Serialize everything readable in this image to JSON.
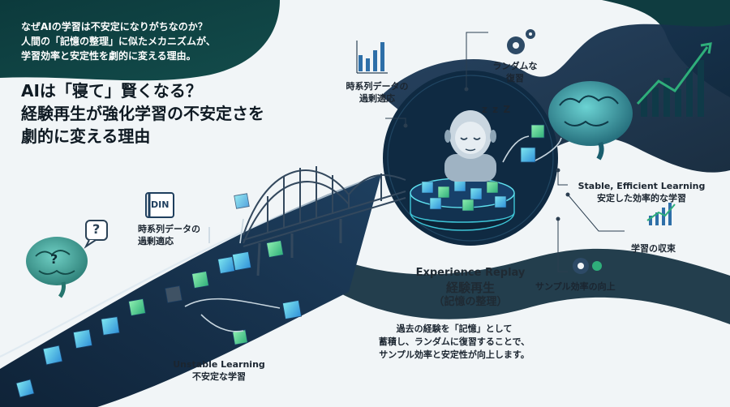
{
  "intro": {
    "lines": [
      "なぜAIの学習は不安定になりがちなのか？",
      "人間の「記憶の整理」に似たメカニズムが、",
      "学習効率と安定性を劇的に変える理由。"
    ]
  },
  "headline": {
    "lines": [
      "AIは「寝て」賢くなる？",
      "経験再生が強化学習の不安定さを",
      "劇的に変える理由"
    ]
  },
  "icons": {
    "dqn_badge": "DIN",
    "question_mark": "?",
    "sleep": "z z Z"
  },
  "labels": {
    "left_overfit": [
      "時系列データの",
      "過剰適応"
    ],
    "top_overfit": [
      "時系列データの",
      "過剰適応"
    ],
    "random_review": [
      "ランダムな",
      "復習"
    ],
    "stable_en": "Stable, Efficient Learning",
    "stable_jp": "安定した効率的な学習",
    "convergence": "学習の収束",
    "sample_eff": "サンプル効率の向上",
    "unstable_en": "Unstable Learning",
    "unstable_jp": "不安定な学習"
  },
  "center": {
    "title_en": "Experience Replay",
    "title_jp": "経験再生",
    "subtitle": "（記憶の整理）",
    "desc": [
      "過去の経験を「記憶」として",
      "蓄積し、ランダムに復習することで、",
      "サンプル効率と安定性が向上します。"
    ]
  },
  "colors": {
    "dark_teal": "#0e3b40",
    "navy": "#152f4b",
    "cyan": "#3ec6d8",
    "green": "#2fae7a"
  }
}
